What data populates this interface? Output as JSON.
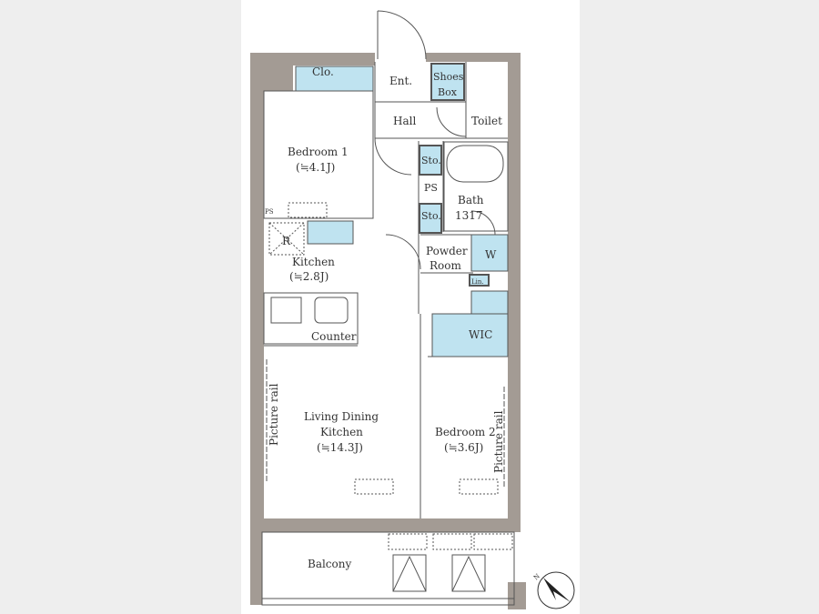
{
  "rooms": {
    "closet": "Clo.",
    "entrance": "Ent.",
    "shoes_box": [
      "Shoes",
      "Box"
    ],
    "toilet": "Toilet",
    "hall": "Hall",
    "bedroom1": {
      "name": "Bedroom 1",
      "size": "(≒4.1J)"
    },
    "ps": "PS",
    "storage": "Sto.",
    "bath": {
      "name": "Bath",
      "size": "1317"
    },
    "refrigerator": "R",
    "kitchen": {
      "name": "Kitchen",
      "size": "(≒2.8J)"
    },
    "powder_room": [
      "Powder",
      "Room"
    ],
    "washer": "W",
    "linen": "Lin.",
    "counter": "Counter",
    "wic": "WIC",
    "ldk": {
      "name": [
        "Living Dining",
        "Kitchen"
      ],
      "size": "(≒14.3J)"
    },
    "bedroom2": {
      "name": "Bedroom 2",
      "size": "(≒3.6J)"
    },
    "picture_rail": "Picture rail",
    "balcony": "Balcony"
  },
  "compass": {
    "label": "N"
  },
  "colors": {
    "wall": "#a39b94",
    "storage": "#bfe3f0",
    "line": "#555555"
  }
}
